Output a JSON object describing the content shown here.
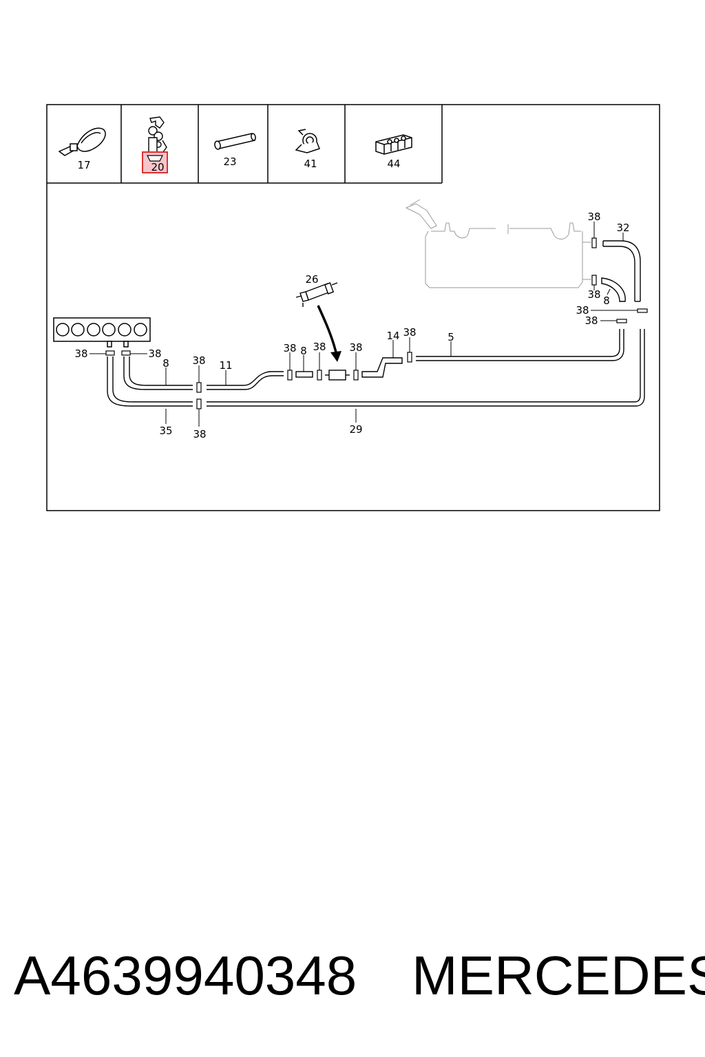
{
  "thumbnails": [
    {
      "label": "17",
      "icon": "cable-tie-icon"
    },
    {
      "label": "20",
      "icon": "line-clip-icon",
      "highlighted": true
    },
    {
      "label": "23",
      "icon": "hose-sleeve-icon"
    },
    {
      "label": "41",
      "icon": "p-clamp-icon"
    },
    {
      "label": "44",
      "icon": "multi-line-holder-icon"
    }
  ],
  "callouts": {
    "c26": "26",
    "c38_tank_top": "38",
    "c32": "32",
    "c38_tank_mid": "38",
    "c8_tank": "8",
    "c38_right_a": "38",
    "c38_right_b": "38",
    "c38_inj_left": "38",
    "c38_inj_right": "38",
    "c8_left": "8",
    "c38_c1": "38",
    "c11": "11",
    "c38_m1": "38",
    "c8_mid": "8",
    "c38_m2": "38",
    "c38_m3": "38",
    "c14": "14",
    "c38_m4": "38",
    "c5": "5",
    "c35": "35",
    "c38_bottom": "38",
    "c29": "29"
  },
  "colors": {
    "highlight": "#e03030",
    "highlight_fill": "#f6c6cc",
    "line": "#000000",
    "ghost": "#9a9a9a"
  },
  "footer": {
    "part_number": "A4639940348",
    "brand": "MERCEDES"
  }
}
